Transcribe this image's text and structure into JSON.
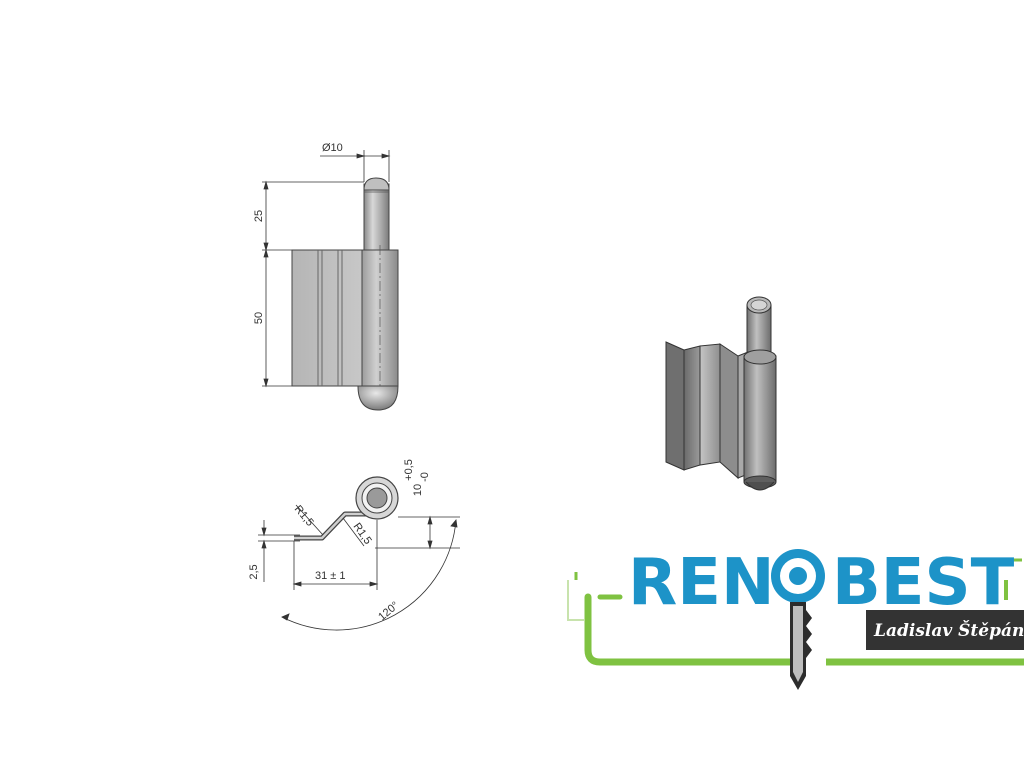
{
  "drawing": {
    "dim_diameter": "Ø10",
    "dim_pin_length": "25",
    "dim_leaf_height": "50",
    "dim_offset_main": "10",
    "dim_offset_tol_upper": "+0,5",
    "dim_offset_tol_lower": "-0",
    "dim_radius_upper": "R1,5",
    "dim_radius_lower": "R1,5",
    "dim_thickness": "2,5",
    "dim_leaf_width": "31 ± 1",
    "dim_angle": "120°"
  },
  "logo": {
    "text_left": "REN",
    "text_right": "BEST",
    "subtitle": "Ladislav Štěpán",
    "color_blue": "#1d93c8",
    "color_green": "#7fc241",
    "color_dark": "#333333",
    "icon": "key-icon"
  }
}
